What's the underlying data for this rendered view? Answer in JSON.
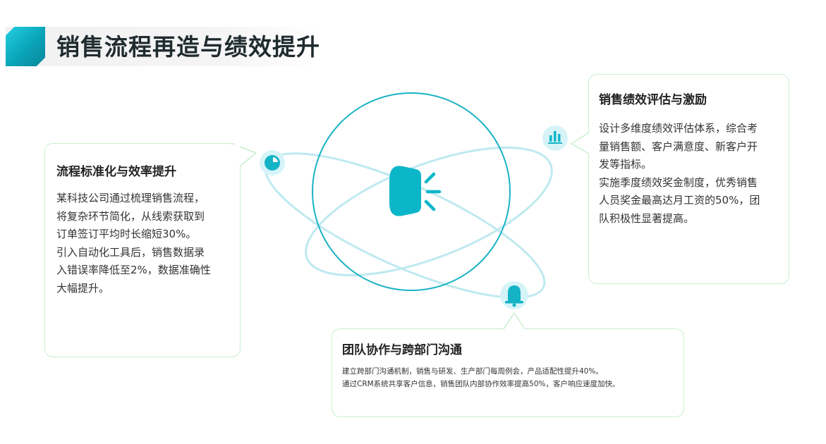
{
  "title": "销售流程再造与绩效提升",
  "colors": {
    "accent": "#0aa3b8",
    "accent_light": "#2fc6d6",
    "card_border": "#c9efcf",
    "orbit": "#bfe9f0"
  },
  "icons": {
    "center": "megaphone-icon",
    "left": "pie-chart-icon",
    "right": "bar-chart-icon",
    "bottom": "bell-icon"
  },
  "cards": {
    "left": {
      "heading": "流程标准化与效率提升",
      "lines": [
        "某科技公司通过梳理销售流程，",
        "将复杂环节简化，从线索获取到",
        "订单签订平均时长缩短30%。",
        "引入自动化工具后，销售数据录",
        "入错误率降低至2%，数据准确性",
        "大幅提升。"
      ]
    },
    "right": {
      "heading": "销售绩效评估与激励",
      "lines": [
        "设计多维度绩效评估体系，综合考",
        "量销售额、客户满意度、新客户开",
        "发等指标。",
        "实施季度绩效奖金制度，优秀销售",
        "人员奖金最高达月工资的50%，团",
        "队积极性显著提高。"
      ]
    },
    "bottom": {
      "heading": "团队协作与跨部门沟通",
      "lines": [
        "建立跨部门沟通机制，销售与研发、生产部门每周例会，产品适配性提升40%。",
        "通过CRM系统共享客户信息，销售团队内部协作效率提高50%，客户响应速度加快。"
      ]
    }
  }
}
